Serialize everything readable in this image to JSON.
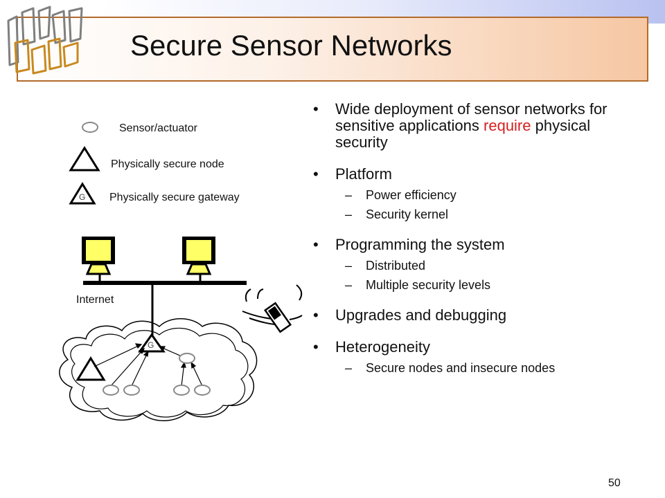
{
  "title": "Secure Sensor Networks",
  "page_number": "50",
  "legend": {
    "sensor": "Sensor/actuator",
    "secure_node": "Physically secure node",
    "secure_gateway": "Physically secure gateway",
    "gateway_mark": "G"
  },
  "diagram": {
    "internet_label": "Internet",
    "gateway_mark": "G"
  },
  "bullets": {
    "b1_pre": "Wide deployment of sensor networks for sensitive applications ",
    "b1_highlight": "require",
    "b1_post": " physical security",
    "b2": "Platform",
    "b2_subs": [
      "Power efficiency",
      "Security kernel"
    ],
    "b3": "Programming the system",
    "b3_subs": [
      "Distributed",
      "Multiple security levels"
    ],
    "b4": "Upgrades and debugging",
    "b5": "Heterogeneity",
    "b5_subs": [
      "Secure nodes and insecure nodes"
    ],
    "bullet_glyph": "•",
    "dash_glyph": "–"
  },
  "colors": {
    "title_border": "#b26a2a",
    "highlight": "#d62020",
    "monitor_screen": "#ffff66"
  },
  "icons": [
    "city-logo-icon",
    "monitor-icon",
    "mobile-phone-icon",
    "cloud-icon"
  ]
}
